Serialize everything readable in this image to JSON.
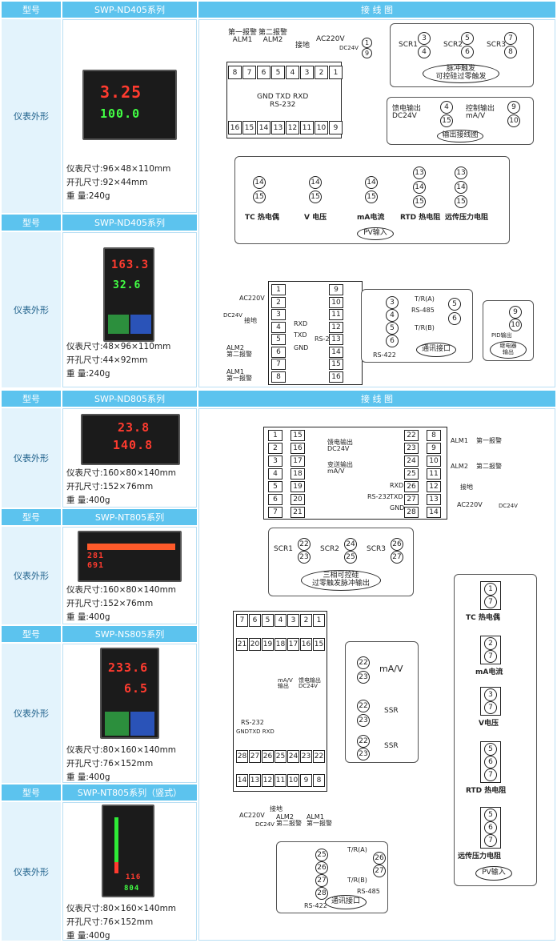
{
  "headers": {
    "model": "型号",
    "wiring": "接 线 图"
  },
  "label_appearance": "仪表外形",
  "sections": [
    {
      "series": "SWP-ND405系列",
      "size": "仪表尺寸:96×48×110mm",
      "hole": "开孔尺寸:92×44mm",
      "weight": "重  量:240g",
      "pv": "3.25",
      "sv": "100.0"
    },
    {
      "series": "SWP-ND405系列",
      "size": "仪表尺寸:48×96×110mm",
      "hole": "开孔尺寸:44×92mm",
      "weight": "重  量:240g",
      "pv": "163.3",
      "sv": "32.6"
    },
    {
      "series": "SWP-ND805系列",
      "size": "仪表尺寸:160×80×140mm",
      "hole": "开孔尺寸:152×76mm",
      "weight": "重  量:400g",
      "pv": "23.8",
      "sv": "140.8"
    },
    {
      "series": "SWP-NT805系列",
      "size": "仪表尺寸:160×80×140mm",
      "hole": "开孔尺寸:152×76mm",
      "weight": "重  量:400g",
      "pv": "281",
      "sv": "691"
    },
    {
      "series": "SWP-NS805系列",
      "size": "仪表尺寸:80×160×140mm",
      "hole": "开孔尺寸:76×152mm",
      "weight": "重  量:400g",
      "pv": "233.6",
      "sv": "6.5"
    },
    {
      "series": "SWP-NT805系列（竖式）",
      "size": "仪表尺寸:80×160×140mm",
      "hole": "开孔尺寸:76×152mm",
      "weight": "重  量:400g",
      "pv": "116",
      "sv": "804"
    }
  ],
  "diagram1": {
    "alm1": "第一报警\nALM1",
    "alm2": "第二报警\nALM2",
    "ground": "接地",
    "ac": "AC220V",
    "dc24": "DC24V",
    "top_terms": [
      "8",
      "7",
      "6",
      "5",
      "4",
      "3",
      "2",
      "1"
    ],
    "bot_terms": [
      "16",
      "15",
      "14",
      "13",
      "12",
      "11",
      "10",
      "9"
    ],
    "rs232": "RS-232",
    "gnd_txd_rxd": "GND  TXD  RXD",
    "scr": [
      "SCR1",
      "SCR2",
      "SCR3"
    ],
    "scr_terms": [
      [
        "3",
        "4"
      ],
      [
        "5",
        "6"
      ],
      [
        "7",
        "8"
      ]
    ],
    "pulse": "脉冲触发\n可控硅过零触发",
    "feed_out": "馈电输出\nDC24V",
    "ctrl_out": "控制输出\nmA/V",
    "out_diag": "输出接线图",
    "pv_title": "PV输入",
    "pv_labels": [
      "TC 热电偶",
      "V 电压",
      "mA电流",
      "RTD 热电阻",
      "远传压力电阻"
    ]
  },
  "diagram2": {
    "left_terms": [
      "1",
      "2",
      "3",
      "4",
      "5",
      "6",
      "7",
      "8"
    ],
    "right_terms": [
      "9",
      "10",
      "11",
      "12",
      "13",
      "14",
      "15",
      "16"
    ],
    "comm": "通讯接口",
    "rs485": "RS-485",
    "rs422": "RS-422",
    "tr_a": "T/R(A)",
    "tr_b": "T/R(B)",
    "pid": "PID输出",
    "relay": "继电器\n输出",
    "alm1": "ALM1\n第一报警",
    "alm2": "ALM2\n第二报警"
  },
  "diagram3": {
    "left_terms": [
      "1",
      "2",
      "3",
      "4",
      "5",
      "6",
      "7"
    ],
    "mid_terms": [
      "15",
      "16",
      "17",
      "18",
      "19",
      "20",
      "21"
    ],
    "right_terms1": [
      "22",
      "23",
      "24",
      "25",
      "26",
      "27",
      "28"
    ],
    "right_terms2": [
      "8",
      "9",
      "10",
      "11",
      "12",
      "13",
      "14"
    ],
    "feed": "馈电输出\nDC24V",
    "trans": "变送输出\nmA/V",
    "alm1": "第一报警",
    "alm2": "第二报警",
    "ground": "接地",
    "three_phase": "三相可控硅\n过零触发脉冲输出",
    "scr_terms": [
      [
        "22",
        "23"
      ],
      [
        "24",
        "25"
      ],
      [
        "26",
        "27"
      ]
    ]
  },
  "diagram4": {
    "top_terms": [
      "7",
      "6",
      "5",
      "4",
      "3",
      "2",
      "1"
    ],
    "row2": [
      "21",
      "20",
      "19",
      "18",
      "17",
      "16",
      "15"
    ],
    "row3": [
      "28",
      "27",
      "26",
      "25",
      "24",
      "23",
      "22"
    ],
    "row4": [
      "14",
      "13",
      "12",
      "11",
      "10",
      "9",
      "8"
    ],
    "ma_v": "mA/V",
    "ssr": "SSR",
    "pv_labels": [
      "TC 热电偶",
      "mA电流",
      "V电压",
      "RTD 热电阻",
      "远传压力电阻"
    ],
    "pv_title": "PV输入",
    "comm": "通讯接口"
  }
}
